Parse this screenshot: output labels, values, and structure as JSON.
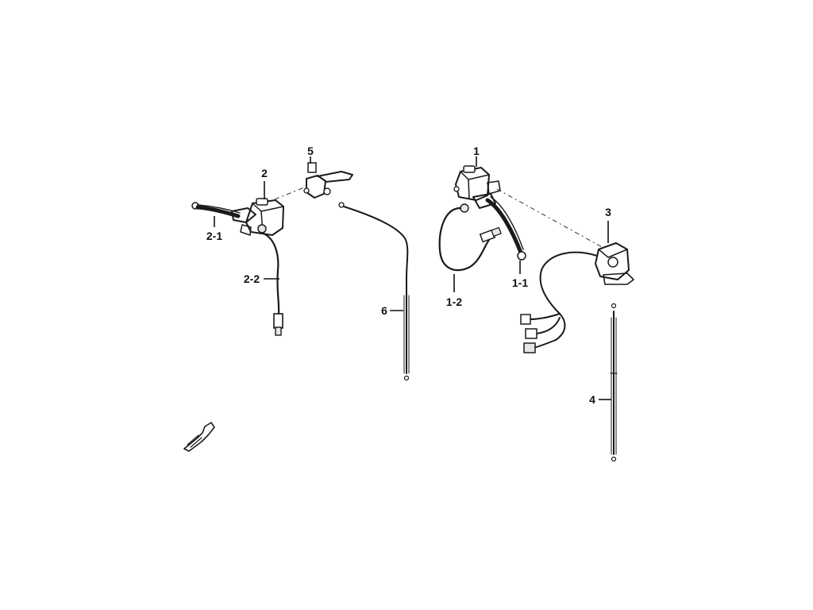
{
  "callouts": {
    "c1": "1",
    "c1_1": "1-1",
    "c1_2": "1-2",
    "c2": "2",
    "c2_1": "2-1",
    "c2_2": "2-2",
    "c3": "3",
    "c4": "4",
    "c5": "5",
    "c6": "6"
  },
  "colors": {
    "ink": "#1a1a1a",
    "part_fill": "#e6e6e6",
    "background": "#ffffff"
  },
  "icons": {
    "orientation": "front-arrow-icon"
  }
}
